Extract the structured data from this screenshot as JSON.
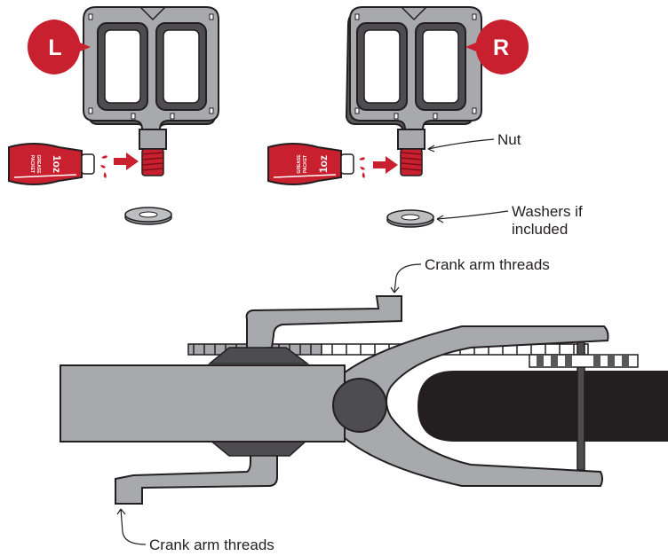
{
  "badges": {
    "left": "L",
    "right": "R"
  },
  "packet": {
    "size": "1oz",
    "line1": "GREASE",
    "line2": "PACKET"
  },
  "labels": {
    "nut": "Nut",
    "washers_line1": "Washers if",
    "washers_line2": "included",
    "crank_top": "Crank arm threads",
    "crank_bottom": "Crank arm threads"
  },
  "colors": {
    "brand_red": "#c8202e",
    "outline": "#231f20",
    "pedal_gray": "#a7a9ac",
    "pedal_dark": "#4d4d4f",
    "tire": "#231f20"
  }
}
